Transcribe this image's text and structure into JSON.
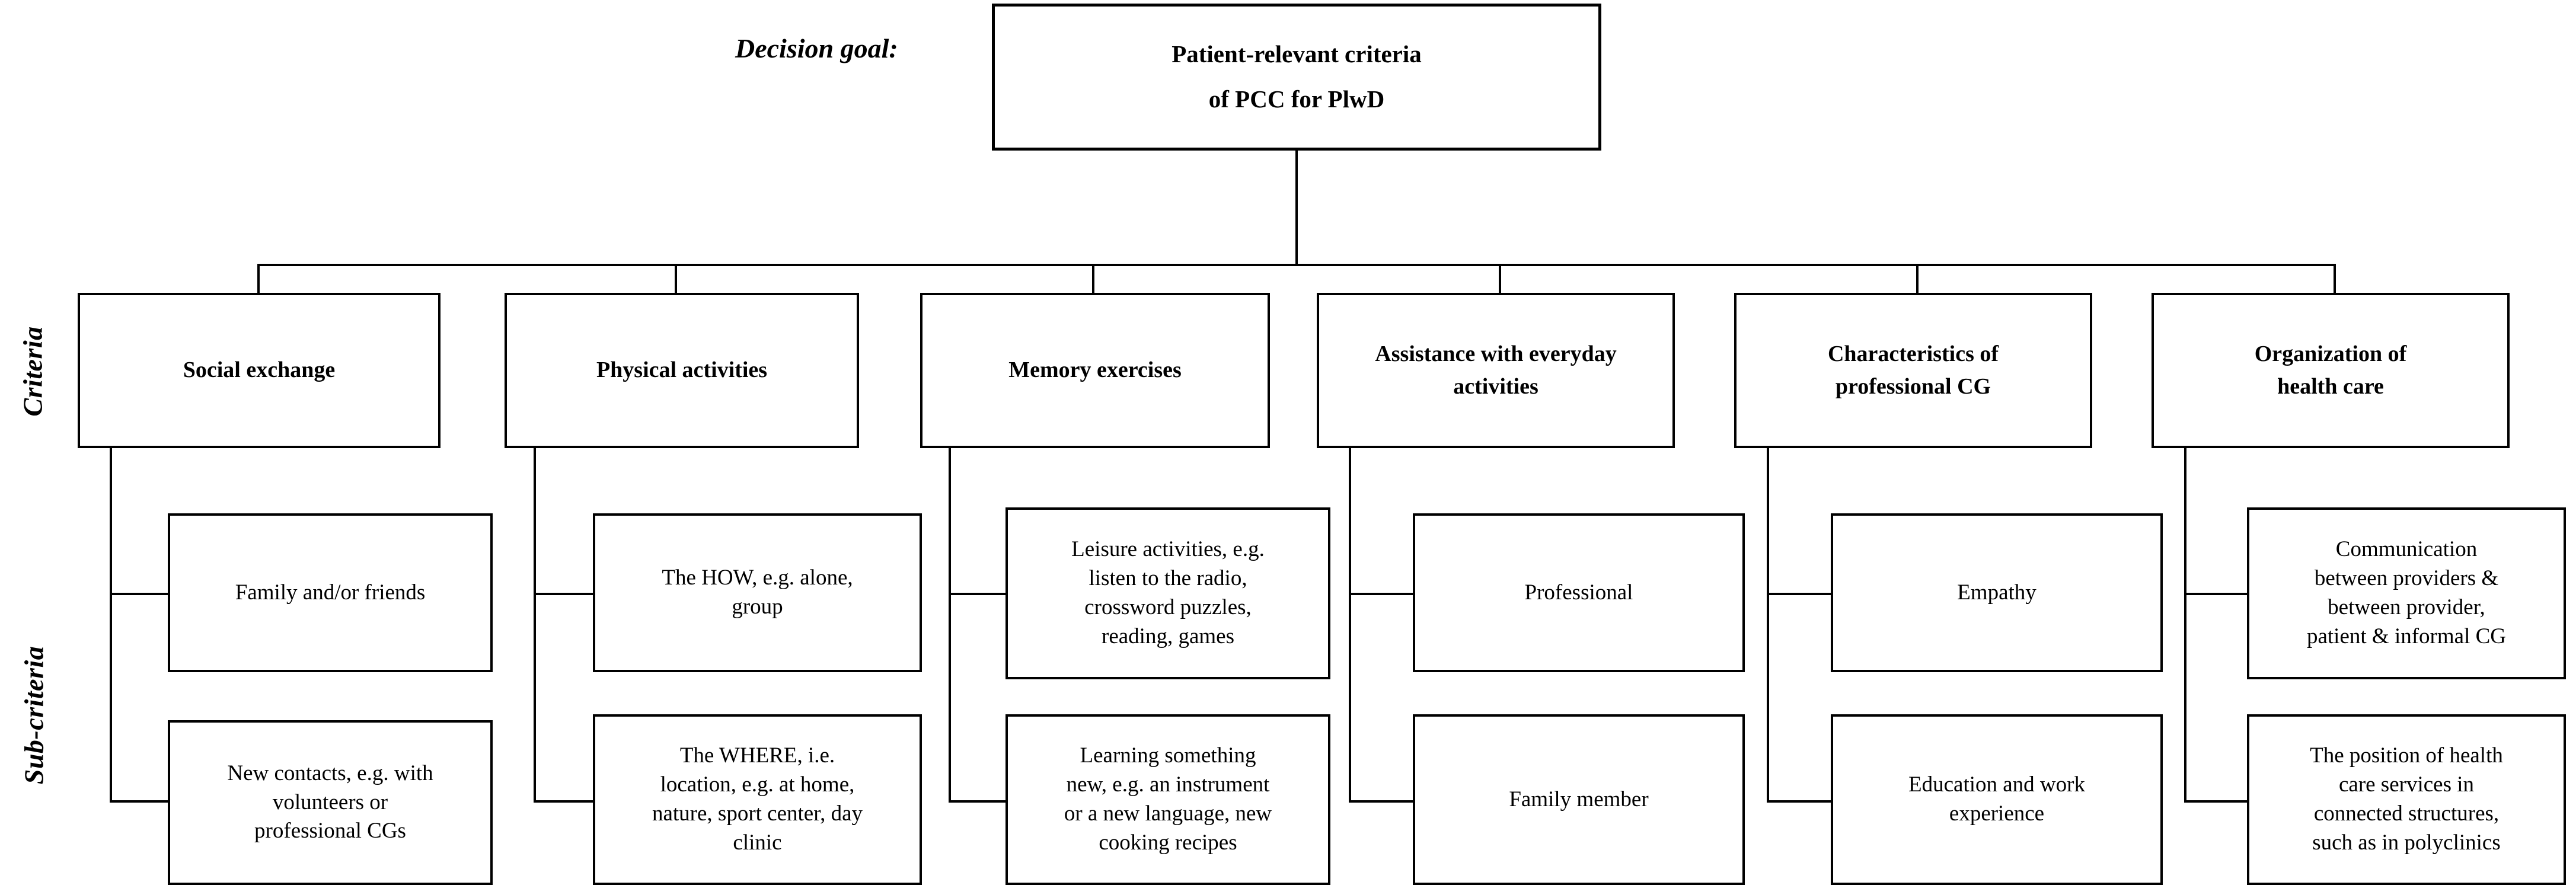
{
  "diagram": {
    "title_label": "Decision goal:",
    "row_labels": {
      "criteria": "Criteria",
      "sub_criteria": "Sub-criteria"
    },
    "goal": {
      "line1": "Patient-relevant criteria",
      "line2": "of PCC for PlwD",
      "text": "Patient-relevant criteria\nof PCC for PlwD"
    },
    "criteria": [
      {
        "label": "Social exchange"
      },
      {
        "label": "Physical activities"
      },
      {
        "label": "Memory exercises"
      },
      {
        "label": "Assistance with everyday\nactivities"
      },
      {
        "label": "Characteristics of\nprofessional CG"
      },
      {
        "label": "Organization of\nhealth care"
      }
    ],
    "sub_criteria": [
      {
        "label": "Family and/or friends"
      },
      {
        "label": "The HOW, e.g. alone,\ngroup"
      },
      {
        "label": "Leisure activities, e.g.\nlisten to the radio,\ncrossword puzzles,\nreading, games"
      },
      {
        "label": "Professional"
      },
      {
        "label": "Empathy"
      },
      {
        "label": "Communication\nbetween providers &\nbetween provider,\npatient & informal CG"
      },
      {
        "label": "New contacts, e.g. with\nvolunteers or\nprofessional CGs"
      },
      {
        "label": "The WHERE, i.e.\nlocation, e.g. at home,\nnature, sport center, day\nclinic"
      },
      {
        "label": "Learning something\nnew, e.g. an instrument\nor a new language, new\ncooking recipes"
      },
      {
        "label": "Family member"
      },
      {
        "label": "Education and work\nexperience"
      },
      {
        "label": "The position of health\ncare services in\nconnected structures,\nsuch as in polyclinics"
      }
    ],
    "colors": {
      "line": "#000000",
      "box_fill": "#ffffff",
      "text": "#000000",
      "background": "#ffffff"
    }
  }
}
